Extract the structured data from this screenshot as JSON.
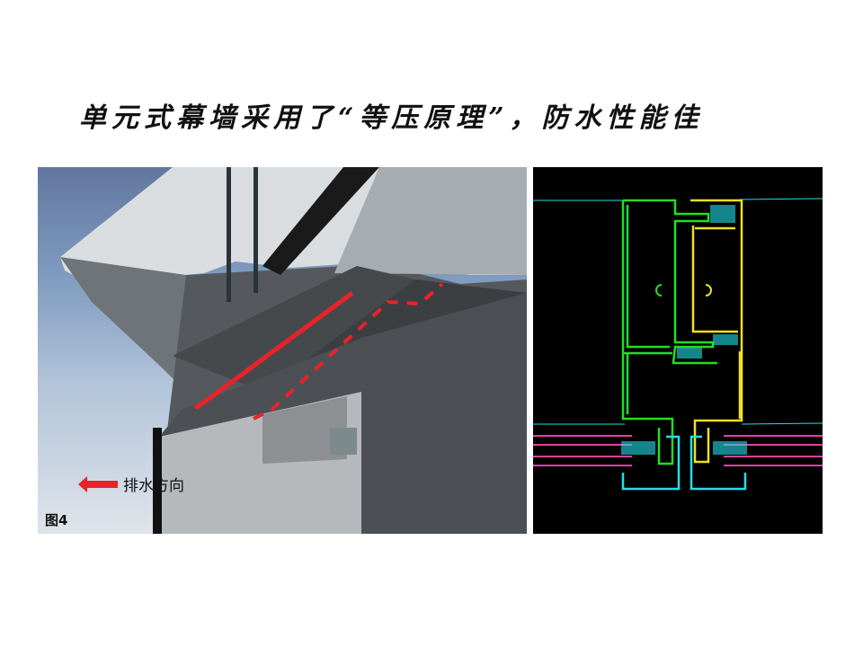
{
  "slide": {
    "title": "单元式幕墙采用了“等压原理”，防水性能佳"
  },
  "left_figure": {
    "description": "3D cutaway render of unit curtain wall drainage",
    "drain_direction_label": "排水方向",
    "arrow_color": "#e8232a",
    "figure_label": "图4"
  },
  "right_figure": {
    "description": "CAD cross-section of unitized curtain wall mullion profiles",
    "colors": {
      "profile_left": "#22dd22",
      "profile_right": "#f0e020",
      "cover_caps": "#22e0e8",
      "glass": "#e040a0",
      "background": "#000000"
    }
  }
}
